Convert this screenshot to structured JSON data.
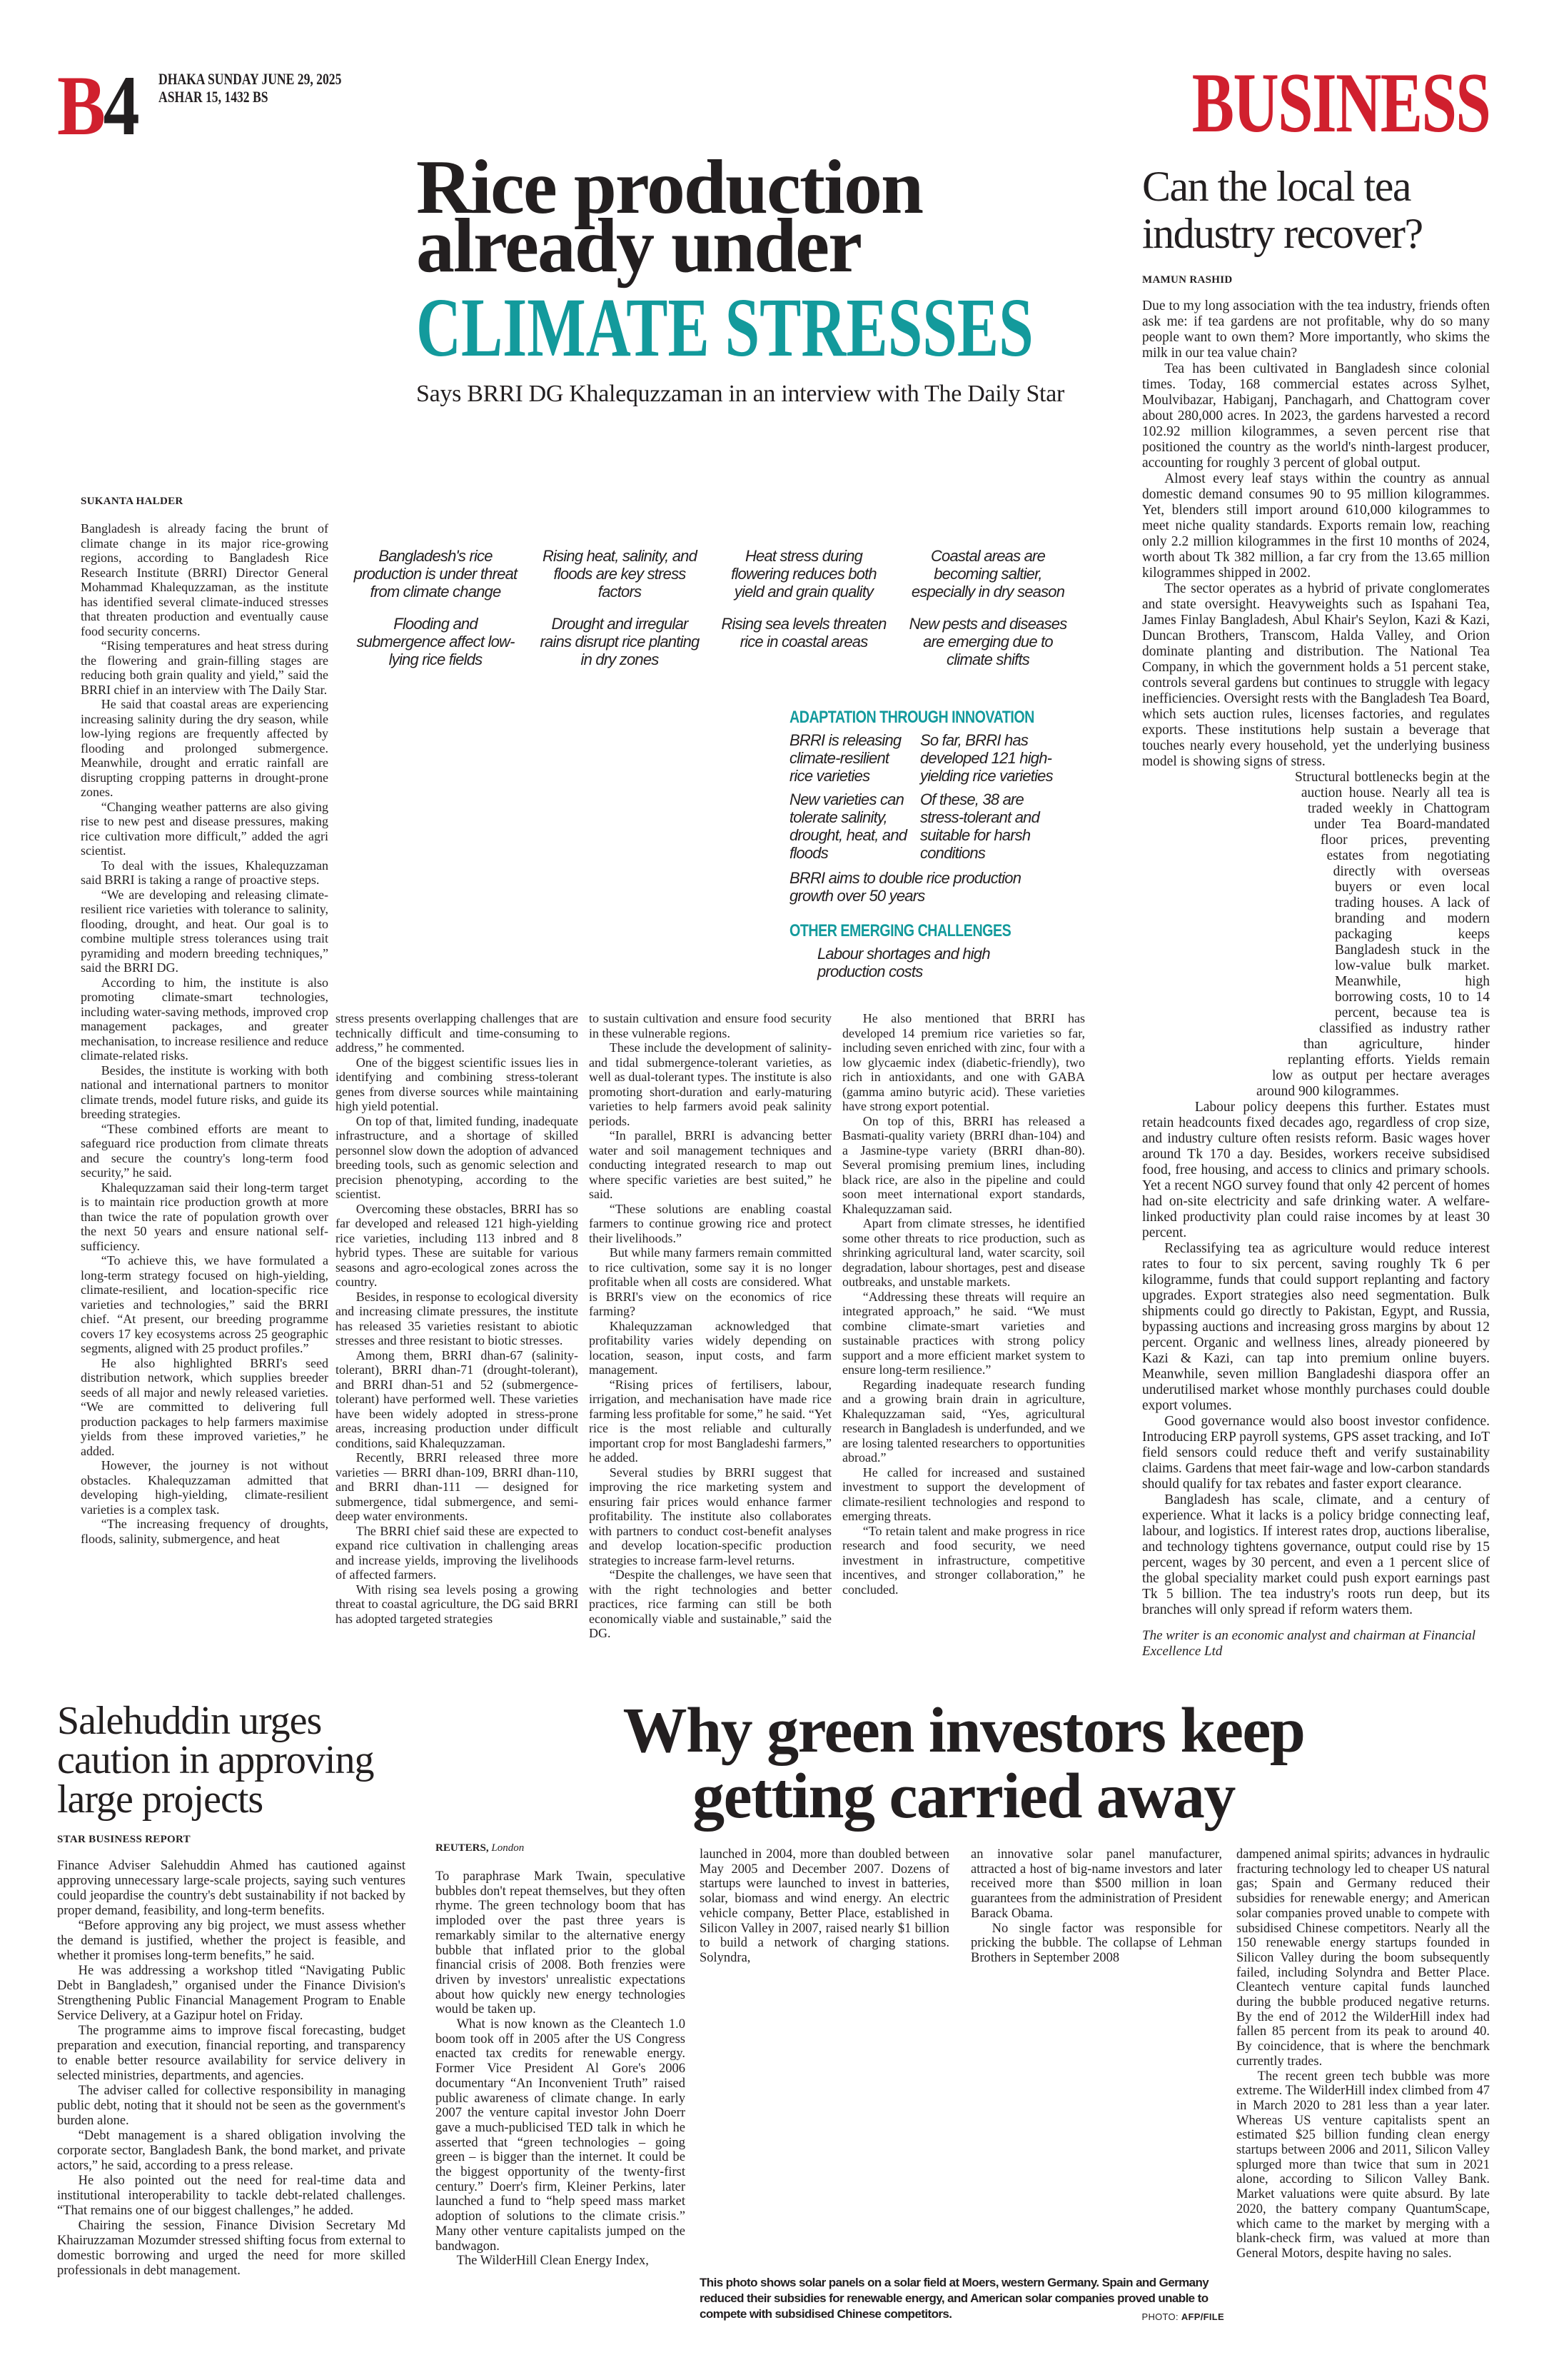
{
  "masthead": {
    "page_letter": "B",
    "page_number": "4",
    "date_line1": "DHAKA SUNDAY JUNE 29, 2025",
    "date_line2": "ASHAR 15, 1432 BS",
    "section": "BUSINESS"
  },
  "colors": {
    "brand_red": "#d0202e",
    "accent_teal": "#139a9c"
  },
  "rice": {
    "headline_line1": "Rice production",
    "headline_line2": "already under",
    "headline_line3": "CLIMATE STRESSES",
    "subhead": "Says BRRI DG Khalequzzaman in an interview with The Daily Star",
    "byline": "SUKANTA HALDER",
    "infographic": {
      "stresses": [
        "Bangladesh's rice production is under threat from climate change",
        "Rising heat, salinity, and floods are key stress factors",
        "Heat stress during flowering reduces both yield and grain quality",
        "Coastal areas are becoming saltier, especially in dry season",
        "Flooding and submergence affect low-lying rice fields",
        "Drought and irregular rains disrupt rice planting in dry zones",
        "Rising sea levels threaten rice in coastal areas",
        "New pests and diseases are emerging due to climate shifts"
      ],
      "adaptation_heading": "ADAPTATION THROUGH INNOVATION",
      "adaptation": [
        "BRRI is releasing climate-resilient rice varieties",
        "So far, BRRI has developed 121 high-yielding rice varieties",
        "New varieties can tolerate salinity, drought, heat, and floods",
        "Of these, 38 are stress-tolerant and suitable for harsh conditions",
        "BRRI aims to double rice production growth over 50 years"
      ],
      "other_heading": "OTHER EMERGING CHALLENGES",
      "other": [
        "Labour shortages and high production costs"
      ]
    },
    "col1": [
      "Bangladesh is already facing the brunt of climate change in its major rice-growing regions, according to Bangladesh Rice Research Institute (BRRI) Director General Mohammad Khalequzzaman, as the institute has identified several climate-induced stresses that threaten production and eventually cause food security concerns.",
      "“Rising temperatures and heat stress during the flowering and grain-filling stages are reducing both grain quality and yield,” said the BRRI chief in an interview with The Daily Star.",
      "He said that coastal areas are experiencing increasing salinity during the dry season, while low-lying regions are frequently affected by flooding and prolonged submergence. Meanwhile, drought and erratic rainfall are disrupting cropping patterns in drought-prone zones.",
      "“Changing weather patterns are also giving rise to new pest and disease pressures, making rice cultivation more difficult,” added the agri scientist.",
      "To deal with the issues, Khalequzzaman said BRRI is taking a range of proactive steps.",
      "“We are developing and releasing climate-resilient rice varieties with tolerance to salinity, flooding, drought, and heat. Our goal is to combine multiple stress tolerances using trait pyramiding and modern breeding techniques,” said the BRRI DG.",
      "According to him, the institute is also promoting climate-smart technologies, including water-saving methods, improved crop management packages, and greater mechanisation, to increase resilience and reduce climate-related risks.",
      "Besides, the institute is working with both national and international partners to monitor climate trends, model future risks, and guide its breeding strategies.",
      "“These combined efforts are meant to safeguard rice production from climate threats and secure the country's long-term food security,” he said.",
      "Khalequzzaman said their long-term target is to maintain rice production growth at more than twice the rate of population growth over the next 50 years and ensure national self-sufficiency.",
      "“To achieve this, we have formulated a long-term strategy focused on high-yielding, climate-resilient, and location-specific rice varieties and technologies,” said the BRRI chief. “At present, our breeding programme covers 17 key ecosystems across 25 geographic segments, aligned with 25 product profiles.”",
      "He also highlighted BRRI's seed distribution network, which supplies breeder seeds of all major and newly released varieties. “We are committed to delivering full production packages to help farmers maximise yields from these improved varieties,” he added.",
      "However, the journey is not without obstacles. Khalequzzaman admitted that developing high-yielding, climate-resilient varieties is a complex task.",
      "“The increasing frequency of droughts, floods, salinity, submergence, and heat"
    ],
    "col2": [
      "stress presents overlapping challenges that are technically difficult and time-consuming to address,” he commented.",
      "One of the biggest scientific issues lies in identifying and combining stress-tolerant genes from diverse sources while maintaining high yield potential.",
      "On top of that, limited funding, inadequate infrastructure, and a shortage of skilled personnel slow down the adoption of advanced breeding tools, such as genomic selection and precision phenotyping, according to the scientist.",
      "Overcoming these obstacles, BRRI has so far developed and released 121 high-yielding rice varieties, including 113 inbred and 8 hybrid types. These are suitable for various seasons and agro-ecological zones across the country.",
      "Besides, in response to ecological diversity and increasing climate pressures, the institute has released 35 varieties resistant to abiotic stresses and three resistant to biotic stresses.",
      "Among them, BRRI dhan-67 (salinity-tolerant), BRRI dhan-71 (drought-tolerant), and BRRI dhan-51 and 52 (submergence-tolerant) have performed well. These varieties have been widely adopted in stress-prone areas, increasing production under difficult conditions, said Khalequzzaman.",
      "Recently, BRRI released three more varieties — BRRI dhan-109, BRRI dhan-110, and BRRI dhan-111 — designed for submergence, tidal submergence, and semi-deep water environments.",
      "The BRRI chief said these are expected to expand rice cultivation in challenging areas and increase yields, improving the livelihoods of affected farmers.",
      "With rising sea levels posing a growing threat to coastal agriculture, the DG said BRRI has adopted targeted strategies"
    ],
    "col3": [
      "to sustain cultivation and ensure food security in these vulnerable regions.",
      "These include the development of salinity- and tidal submergence-tolerant varieties, as well as dual-tolerant types. The institute is also promoting short-duration and early-maturing varieties to help farmers avoid peak salinity periods.",
      "“In parallel, BRRI is advancing better water and soil management techniques and conducting integrated research to map out where specific varieties are best suited,” he said.",
      "“These solutions are enabling coastal farmers to continue growing rice and protect their livelihoods.”",
      "But while many farmers remain committed to rice cultivation, some say it is no longer profitable when all costs are considered. What is BRRI's view on the economics of rice farming?",
      "Khalequzzaman acknowledged that profitability varies widely depending on location, season, input costs, and farm management.",
      "“Rising prices of fertilisers, labour, irrigation, and mechanisation have made rice farming less profitable for some,” he said. “Yet rice is the most reliable and culturally important crop for most Bangladeshi farmers,” he added.",
      "Several studies by BRRI suggest that improving the rice marketing system and ensuring fair prices would enhance farmer profitability. The institute also collaborates with partners to conduct cost-benefit analyses and develop location-specific production strategies to increase farm-level returns.",
      "“Despite the challenges, we have seen that with the right technologies and better practices, rice farming can still be both economically viable and sustainable,” said the DG."
    ],
    "col4": [
      "He also mentioned that BRRI has developed 14 premium rice varieties so far, including seven enriched with zinc, four with a low glycaemic index (diabetic-friendly), two rich in antioxidants, and one with GABA (gamma amino butyric acid). These varieties have strong export potential.",
      "On top of this, BRRI has released a Basmati-quality variety (BRRI dhan-104) and a Jasmine-type variety (BRRI dhan-80). Several promising premium lines, including black rice, are also in the pipeline and could soon meet international export standards, Khalequzzaman said.",
      "Apart from climate stresses, he identified some other threats to rice production, such as shrinking agricultural land, water scarcity, soil degradation, labour shortages, pest and disease outbreaks, and unstable markets.",
      "“Addressing these threats will require an integrated approach,” he said. “We must combine climate-smart varieties and sustainable practices with strong policy support and a more efficient market system to ensure long-term resilience.”",
      "Regarding inadequate research funding and a growing brain drain in agriculture, Khalequzzaman said, “Yes, agricultural research in Bangladesh is underfunded, and we are losing talented researchers to opportunities abroad.”",
      "He called for increased and sustained investment to support the development of climate-resilient technologies and respond to emerging threats.",
      "“To retain talent and make progress in rice research and food security, we need investment in infrastructure, competitive incentives, and stronger collaboration,” he concluded."
    ]
  },
  "tea": {
    "headline": "Can the local tea industry recover?",
    "byline": "MAMUN RASHID",
    "paragraphs_top": [
      "Due to my long association with the tea industry, friends often ask me: if tea gardens are not profitable, why do so many people want to own them? More importantly, who skims the milk in our tea value chain?",
      "Tea has been cultivated in Bangladesh since colonial times. Today, 168 commercial estates across Sylhet, Moulvibazar, Habiganj, Panchagarh, and Chattogram cover about 280,000 acres. In 2023, the gardens harvested a record 102.92 million kilogrammes, a seven percent rise that positioned the country as the world's ninth-largest producer, accounting for roughly 3 percent of global output.",
      "Almost every leaf stays within the country as annual domestic demand consumes 90 to 95 million kilogrammes. Yet, blenders still import around 610,000 kilogrammes to meet niche quality standards. Exports remain low, reaching only 2.2 million kilogrammes in the first 10 months of 2024, worth about Tk 382 million, a far cry from the 13.65 million kilogrammes shipped in 2002.",
      "The sector operates as a hybrid of private conglomerates and state oversight. Heavyweights such as Ispahani Tea, James Finlay Bangladesh, Abul Khair's Seylon, Kazi & Kazi, Duncan Brothers, Transcom, Halda Valley, and Orion dominate planting and distribution. The National Tea Company, in which the government holds a 51 percent stake, controls several gardens but continues to struggle with legacy inefficiencies. Oversight rests with the Bangladesh Tea Board, which sets auction rules, licenses factories, and regulates exports. These institutions help sustain a beverage that touches nearly every household, yet the underlying business model is showing signs of stress."
    ],
    "paragraphs_bottom": [
      "Structural bottlenecks begin at the auction house. Nearly all tea is traded weekly in Chattogram under Tea Board-mandated floor prices, preventing estates from negotiating directly with overseas buyers or even local trading houses. A lack of branding and modern packaging keeps Bangladesh stuck in the low-value bulk market. Meanwhile, high borrowing costs, 10 to 14 percent, because tea is classified as industry rather than agriculture, hinder replanting efforts. Yields remain low as output per hectare averages around 900 kilogrammes.",
      "Labour policy deepens this further. Estates must retain headcounts fixed decades ago, regardless of crop size, and industry culture often resists reform. Basic wages hover around Tk 170 a day. Besides, workers receive subsidised food, free housing, and access to clinics and primary schools. Yet a recent NGO survey found that only 42 percent of homes had on-site electricity and safe drinking water. A welfare-linked productivity plan could raise incomes by at least 30 percent.",
      "Reclassifying tea as agriculture would reduce interest rates to four to six percent, saving roughly Tk 6 per kilogramme, funds that could support replanting and factory upgrades. Export strategies also need segmentation. Bulk shipments could go directly to Pakistan, Egypt, and Russia, bypassing auctions and increasing gross margins by about 12 percent. Organic and wellness lines, already pioneered by Kazi & Kazi, can tap into premium online buyers. Meanwhile, seven million Bangladeshi diaspora offer an underutilised market whose monthly purchases could double export volumes.",
      "Good governance would also boost investor confidence. Introducing ERP payroll systems, GPS asset tracking, and IoT field sensors could reduce theft and verify sustainability claims. Gardens that meet fair-wage and low-carbon standards should qualify for tax rebates and faster export clearance.",
      "Bangladesh has scale, climate, and a century of experience. What it lacks is a policy bridge connecting leaf, labour, and logistics. If interest rates drop, auctions liberalise, and technology tightens governance, output could rise by 15 percent, wages by 30 percent, and even a 1 percent slice of the global speciality market could push export earnings past Tk 5 billion. The tea industry's roots run deep, but its branches will only spread if reform waters them."
    ],
    "writer_note": "The writer is an economic analyst and chairman at Financial Excellence Ltd"
  },
  "salehuddin": {
    "headline": "Salehuddin urges caution in approving large projects",
    "byline": "STAR BUSINESS REPORT",
    "paragraphs": [
      "Finance Adviser Salehuddin Ahmed has cautioned against approving unnecessary large-scale projects, saying such ventures could jeopardise the country's debt sustainability if not backed by proper demand, feasibility, and long-term benefits.",
      "“Before approving any big project, we must assess whether the demand is justified, whether the project is feasible, and whether it promises long-term benefits,” he said.",
      "He was addressing a workshop titled “Navigating Public Debt in Bangladesh,” organised under the Finance Division's Strengthening Public Financial Management Program to Enable Service Delivery, at a Gazipur hotel on Friday.",
      "The programme aims to improve fiscal forecasting, budget preparation and execution, financial reporting, and transparency to enable better resource availability for service delivery in selected ministries, departments, and agencies.",
      "The adviser called for collective responsibility in managing public debt, noting that it should not be seen as the government's burden alone.",
      "“Debt management is a shared obligation involving the corporate sector, Bangladesh Bank, the bond market, and private actors,” he said, according to a press release.",
      "He also pointed out the need for real-time data and institutional interoperability to tackle debt-related challenges. “That remains one of our biggest challenges,” he added.",
      "Chairing the session, Finance Division Secretary Md Khairuzzaman Mozumder stressed shifting focus from external to domestic borrowing and urged the need for more skilled professionals in debt management."
    ]
  },
  "green": {
    "headline_line1": "Why green investors keep",
    "headline_line2": "getting carried away",
    "byline_agency": "REUTERS,",
    "byline_place": "London",
    "col1": [
      "To paraphrase Mark Twain, speculative bubbles don't repeat themselves, but they often rhyme. The green technology boom that has imploded over the past three years is remarkably similar to the alternative energy bubble that inflated prior to the global financial crisis of 2008. Both frenzies were driven by investors' unrealistic expectations about how quickly new energy technologies would be taken up.",
      "What is now known as the Cleantech 1.0 boom took off in 2005 after the US Congress enacted tax credits for renewable energy. Former Vice President Al Gore's 2006 documentary “An Inconvenient Truth” raised public awareness of climate change. In early 2007 the venture capital investor John Doerr gave a much-publicised TED talk in which he asserted that “green technologies – going green – is bigger than the internet. It could be the biggest opportunity of the twenty-first century.” Doerr's firm, Kleiner Perkins, later launched a fund to “help speed mass market adoption of solutions to the climate crisis.” Many other venture capitalists jumped on the bandwagon.",
      "The WilderHill Clean Energy Index,"
    ],
    "col2": [
      "launched in 2004, more than doubled between May 2005 and December 2007. Dozens of startups were launched to invest in batteries, solar, biomass and wind energy. An electric vehicle company, Better Place, established in Silicon Valley in 2007, raised nearly $1 billion to build a network of charging stations. Solyndra,"
    ],
    "col3": [
      "an innovative solar panel manufacturer, attracted a host of big-name investors and later received more than $500 million in loan guarantees from the administration of President Barack Obama.",
      "No single factor was responsible for pricking the bubble. The collapse of Lehman Brothers in September 2008"
    ],
    "col4": [
      "dampened animal spirits; advances in hydraulic fracturing technology led to cheaper US natural gas; Spain and Germany reduced their subsidies for renewable energy; and American solar companies proved unable to compete with subsidised Chinese competitors. Nearly all the 150 renewable energy startups founded in Silicon Valley during the boom subsequently failed, including Solyndra and Better Place. Cleantech venture capital funds launched during the bubble produced negative returns. By the end of 2012 the WilderHill index had fallen 85 percent from its peak to around 40. By coincidence, that is where the benchmark currently trades.",
      "The recent green tech bubble was more extreme. The WilderHill index climbed from 47 in March 2020 to 281 less than a year later. Whereas US venture capitalists spent an estimated $25 billion funding clean energy startups between 2006 and 2011, Silicon Valley splurged more than twice that sum in 2021 alone, according to Silicon Valley Bank. Market valuations were quite absurd. By late 2020, the battery company QuantumScape, which came to the market by merging with a blank-check firm, was valued at more than General Motors, despite having no sales."
    ],
    "photo_caption": "This photo shows solar panels on a solar field at Moers, western Germany. Spain and Germany reduced their subsidies for renewable energy, and American solar companies proved unable to compete with subsidised Chinese competitors.",
    "photo_credit_label": "PHOTO:",
    "photo_credit_source": "AFP/FILE"
  }
}
